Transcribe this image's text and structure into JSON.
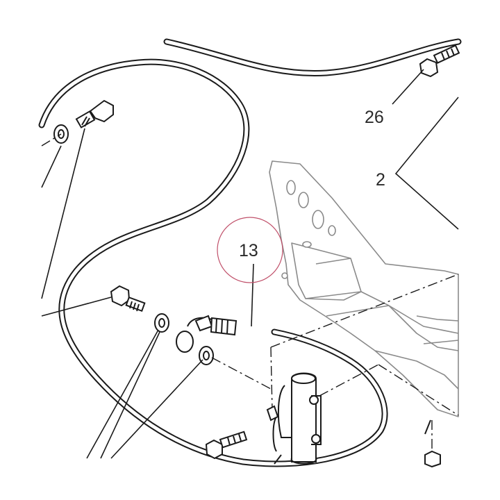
{
  "callouts": {
    "part_26": "26",
    "part_2": "2",
    "part_13": "13"
  },
  "colors": {
    "line": "#1a1a1a",
    "bracket_outline": "#8a8a8a",
    "highlight_circle": "#c0506a",
    "background": "#ffffff"
  },
  "highlighted_callout": "13"
}
